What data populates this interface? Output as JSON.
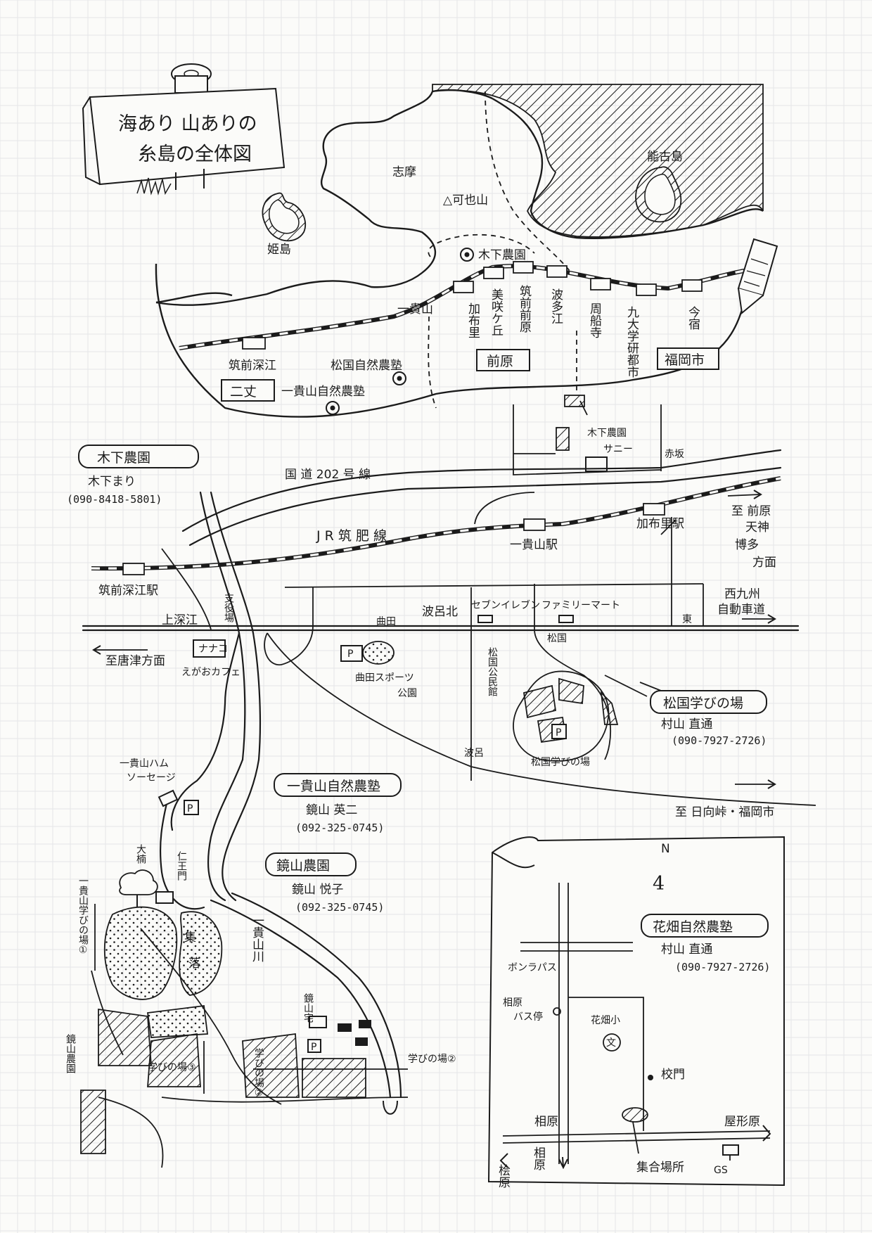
{
  "title": {
    "line1": "海あり 山ありの",
    "line2": "糸島の全体図"
  },
  "overview": {
    "islands": [
      "能古島",
      "姫島"
    ],
    "area": "志摩",
    "mountain": "△可也山",
    "farm_top": "木下農園",
    "stations": [
      "筑前深江",
      "一貴山",
      "加布里",
      "美咲ケ丘",
      "筑前前原",
      "波多江",
      "周船寺",
      "九大学研都市",
      "今宿"
    ],
    "districts": [
      "二丈",
      "前原",
      "福岡市"
    ],
    "farms": [
      "松国自然農塾",
      "一貴山自然農塾"
    ]
  },
  "kinoshita": {
    "name": "木下農園",
    "person": "木下まり",
    "tel": "(090-8418-5801)",
    "map_label": "木下農園",
    "shop": "サニー",
    "crossing": "赤坂"
  },
  "roads": {
    "national": "国 道 202 号 線",
    "jr": "J R 筑 肥 線",
    "to_karatsu": "至唐津方面",
    "to_hyuga": "至 日向峠・福岡市",
    "expressway": "西九州 自動車道",
    "to_maebaru": "至 前原 天神 博多 方面"
  },
  "places": {
    "fukae_station": "筑前深江駅",
    "kafuri_station": "加布里駅",
    "kishiyama_station": "一貴山駅",
    "kamifukae": "上深江",
    "yakuba": "支役場",
    "nanako": "ナナコ",
    "egao": "えがおカフェ",
    "magarita": "曲田",
    "magarita_park": "曲田スポーツ 公園",
    "hae_north": "波呂北",
    "seven": "セブンイレブン",
    "family": "ファミリーマート",
    "matsukuni": "松国",
    "hall": "松国公民館",
    "hae": "波呂",
    "higashi": "東",
    "ham": "一貴山ハム ソーセージ",
    "kusunoki": "大楠",
    "niomon": "仁王門",
    "village": "集落",
    "river": "一貴山川",
    "kagamiyama_house": "鏡山宅",
    "manabi1": "一貴山学びの場①",
    "manabi2": "学びの場②",
    "manabi2b": "学びの場②",
    "manabi3": "学びの場③",
    "kagami_farm_short": "鏡山農園",
    "matsukuni_field": "松国学びの場",
    "p": "P"
  },
  "matsukuni": {
    "name": "松国学びの場",
    "person": "村山 直通",
    "tel": "(090-7927-2726)"
  },
  "kishiyama": {
    "name": "一貴山自然農塾",
    "person": "鏡山 英二",
    "tel": "(092-325-0745)"
  },
  "kagamiyama": {
    "name": "鏡山農園",
    "person": "鏡山 悦子",
    "tel": "(092-325-0745)"
  },
  "hanahata": {
    "name": "花畑自然農塾",
    "person": "村山 直通",
    "tel": "(090-7927-2726)",
    "north": "N",
    "bonrapasu": "ボンラパス",
    "bus": "相原 バス停",
    "school": "花畑小",
    "school_mark": "文",
    "gate": "校門",
    "aihara": "相原",
    "yakatabaru": "屋形原",
    "meeting": "集合場所",
    "gs": "GS",
    "to_south": "桧原",
    "to_aihara": "相原"
  },
  "colors": {
    "ink": "#1b1b1b",
    "paper": "#fbfbf9",
    "grid": "#e4e6e8"
  }
}
